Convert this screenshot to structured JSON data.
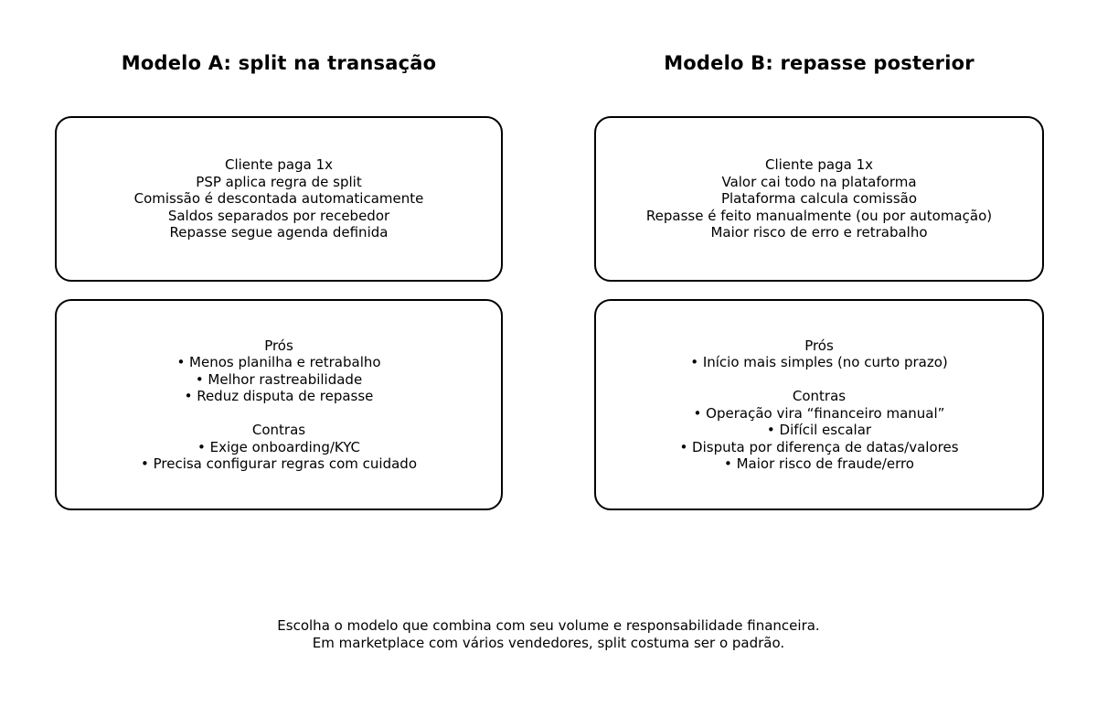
{
  "page": {
    "background": "#ffffff",
    "text_color": "#000000",
    "border_color": "#000000",
    "bullet_char": "•"
  },
  "columns": [
    {
      "id": "model-a",
      "title": "Modelo A: split na transação",
      "flow_box": {
        "lines": [
          "Cliente paga 1x",
          "PSP aplica regra de split",
          "Comissão é descontada automaticamente",
          "Saldos separados por recebedor",
          "Repasse segue agenda definida"
        ]
      },
      "pros_cons_box": {
        "pros_heading": "Prós",
        "pros_items": [
          "• Menos planilha e retrabalho",
          "• Melhor rastreabilidade",
          "• Reduz disputa de repasse"
        ],
        "contras_heading": "Contras",
        "contras_items": [
          "• Exige onboarding/KYC",
          "• Precisa configurar regras com cuidado"
        ]
      }
    },
    {
      "id": "model-b",
      "title": "Modelo B: repasse posterior",
      "flow_box": {
        "lines": [
          "Cliente paga 1x",
          "Valor cai todo na plataforma",
          "Plataforma calcula comissão",
          "Repasse é feito manualmente (ou por automação)",
          "Maior risco de erro e retrabalho"
        ]
      },
      "pros_cons_box": {
        "pros_heading": "Prós",
        "pros_items": [
          "• Início mais simples (no curto prazo)"
        ],
        "contras_heading": "Contras",
        "contras_items": [
          "• Operação vira “financeiro manual”",
          "• Difícil escalar",
          "• Disputa por diferença de datas/valores",
          "• Maior risco de fraude/erro"
        ]
      }
    }
  ],
  "footer": {
    "lines": [
      "Escolha o modelo que combina com seu volume e responsabilidade financeira.",
      "Em marketplace com vários vendedores, split costuma ser o padrão."
    ]
  }
}
